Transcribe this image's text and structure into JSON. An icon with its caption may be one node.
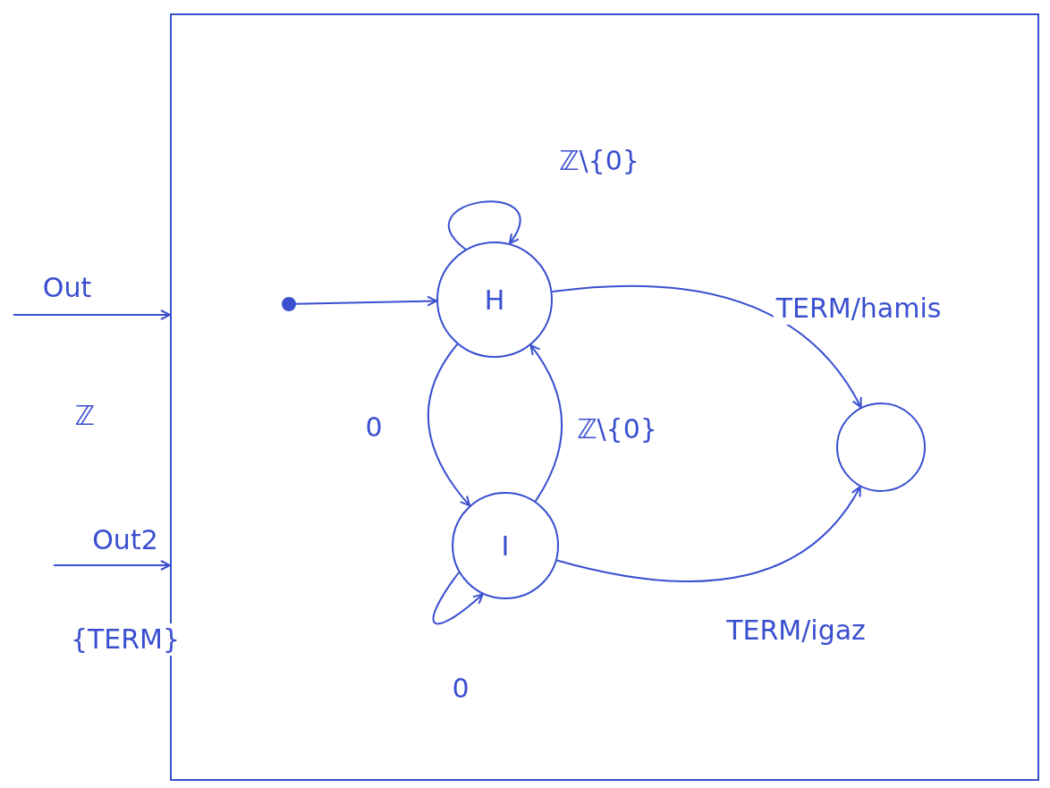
{
  "diagram": {
    "nodes": [
      {
        "text": [],
        "shape": "box"
      },
      {
        "text": [],
        "shape": "circle",
        "in": 0
      },
      {
        "text": [
          "H"
        ],
        "in": 0
      },
      {
        "text": [
          "I"
        ],
        "in": 0
      },
      {
        "text": [],
        "shape": "circle",
        "in": 0
      }
    ],
    "edges": [
      {
        "from": null,
        "to": 0,
        "arrow": "to",
        "label": "Out"
      },
      {
        "from": null,
        "to": 0,
        "arrow": "to",
        "label": "Out2"
      },
      {
        "from": 1,
        "to": 2,
        "arrow": "to"
      },
      {
        "from": 2,
        "to": 2,
        "arrow": "to",
        "label": "ℤ\\{0}"
      },
      {
        "from": 2,
        "to": 3,
        "arrow": "to",
        "label": "0"
      },
      {
        "from": 3,
        "to": 2,
        "arrow": "to",
        "label": "ℤ\\{0}"
      },
      {
        "from": 3,
        "to": 3,
        "arrow": "to",
        "label": "0"
      },
      {
        "from": 2,
        "to": 4,
        "arrow": "to",
        "label": "TERM/hamis"
      },
      {
        "from": 3,
        "to": 4,
        "arrow": "to",
        "label": "TERM/igaz"
      }
    ],
    "labels": [
      "ℤ",
      "{TERM}"
    ]
  }
}
